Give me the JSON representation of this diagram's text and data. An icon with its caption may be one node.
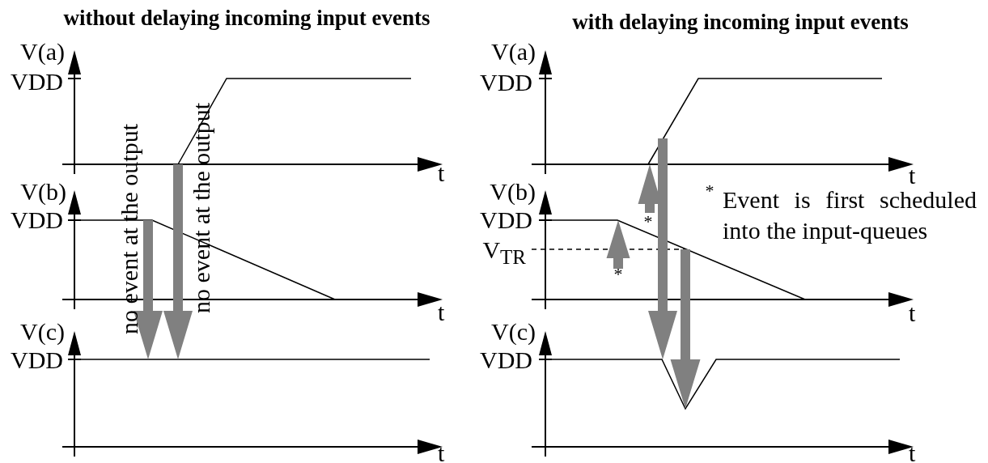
{
  "diagram": {
    "labels": [
      "without delaying incoming input events",
      "with delaying incoming input events",
      "V(a)",
      "VDD",
      "t",
      "V(b)",
      "VDD",
      "t",
      "V(c)",
      "VDD",
      "t",
      "no event at the output",
      "no event at the output",
      "V(a)",
      "VDD",
      "t",
      "*",
      "Event is first scheduled into the input-queues",
      "V(b)",
      "*",
      "VDD",
      "V$_{TR}$",
      "*",
      "t",
      "V(c)",
      "VDD",
      "t"
    ]
  }
}
